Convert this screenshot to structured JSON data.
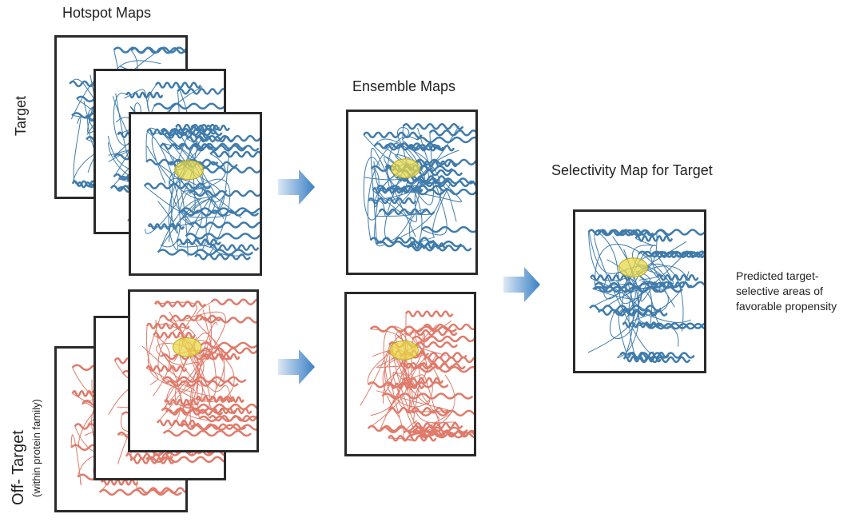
{
  "titles": {
    "hotspot": "Hotspot Maps",
    "ensemble": "Ensemble Maps",
    "selectivity": "Selectivity Map for Target"
  },
  "row_labels": {
    "target": "Target",
    "off_target": "Off- Target",
    "off_target_sub": "(within protein family)"
  },
  "note": [
    "Predicted target-",
    "selective areas of",
    "favorable propensity"
  ],
  "colors": {
    "target_protein": "#3f7bab",
    "off_target_protein": "#e07a6a",
    "hotspot": "#e8d84a",
    "arrow": "#3a7fc4"
  }
}
